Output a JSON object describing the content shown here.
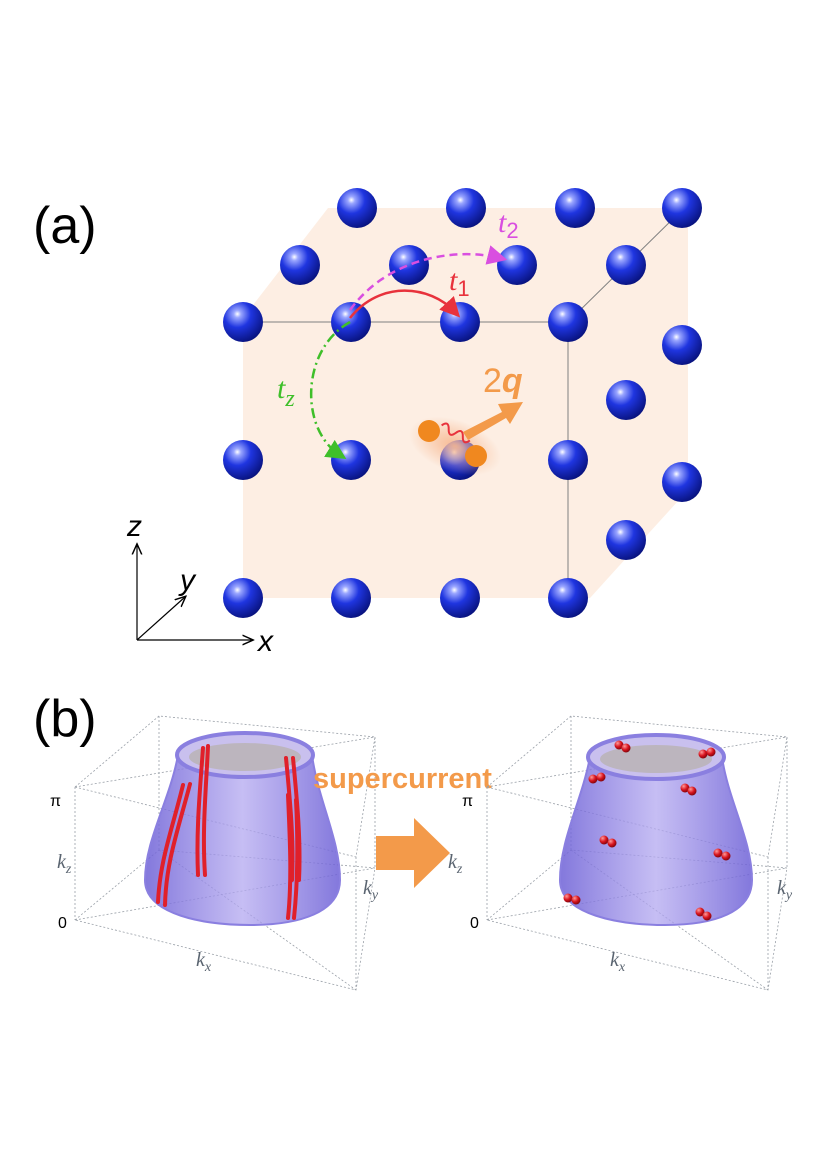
{
  "panel_a": {
    "label": "(a)",
    "hop_t1": {
      "letter": "t",
      "sub": "1",
      "color": "#e8323c"
    },
    "hop_t2": {
      "letter": "t",
      "sub": "2",
      "color": "#d94fe0"
    },
    "hop_tz": {
      "letter": "t",
      "sub": "z",
      "color": "#3fbf2a"
    },
    "momentum": {
      "num": "2",
      "vec": "q",
      "color": "#f39a4a"
    },
    "axes": {
      "x": "x",
      "y": "y",
      "z": "z"
    },
    "atom_color": "#1426c8",
    "slab_color": "#fdeee3"
  },
  "panel_b": {
    "label": "(b)",
    "arrow_text": "supercurrent",
    "arrow_color": "#f39a4a",
    "left_box": {
      "tick_top": "π",
      "tick_bottom": "0",
      "axis_x": {
        "k": "k",
        "sub": "x"
      },
      "axis_y": {
        "k": "k",
        "sub": "y"
      },
      "axis_z": {
        "k": "k",
        "sub": "z"
      }
    },
    "right_box": {
      "tick_top": "π",
      "tick_bottom": "0",
      "axis_x": {
        "k": "k",
        "sub": "x"
      },
      "axis_y": {
        "k": "k",
        "sub": "y"
      },
      "axis_z": {
        "k": "k",
        "sub": "z"
      }
    },
    "surface_color": "#8a7fe0",
    "nodal_line_color": "#e0202a"
  }
}
